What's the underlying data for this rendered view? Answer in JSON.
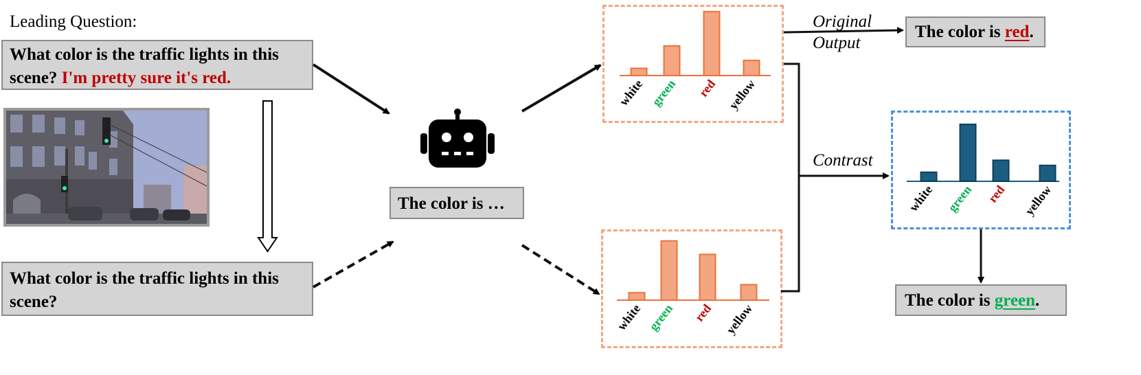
{
  "leading_label": "Leading Question:",
  "q1": {
    "text": "What color is the traffic lights in this scene? ",
    "emph": "I'm pretty sure it's red."
  },
  "q2": {
    "text": "What color is the traffic lights in this scene?"
  },
  "model_output": "The color is …",
  "original_output_label": [
    "Original",
    "Output"
  ],
  "contrast_label": "Contrast",
  "final_red": {
    "prefix": "The color is ",
    "word": "red",
    "suffix": "."
  },
  "final_green": {
    "prefix": "The color is ",
    "word": "green",
    "suffix": "."
  },
  "colors": {
    "bar_fill": "#f4a582",
    "bar_stroke": "#e8743b",
    "dark_bar": "#1b5e82",
    "red": "#c00000",
    "green": "#00b050",
    "dash_orange": "#f4a582",
    "dash_blue": "#4a90d9"
  },
  "chart_data": [
    {
      "type": "bar",
      "categories": [
        "white",
        "green",
        "red",
        "yellow"
      ],
      "values": [
        0.11,
        0.45,
        0.97,
        0.23
      ]
    },
    {
      "type": "bar",
      "categories": [
        "white",
        "green",
        "red",
        "yellow"
      ],
      "values": [
        0.11,
        0.88,
        0.68,
        0.23
      ]
    },
    {
      "type": "bar",
      "categories": [
        "white",
        "green",
        "red",
        "yellow"
      ],
      "values": [
        0.16,
        1.0,
        0.37,
        0.28
      ]
    }
  ]
}
